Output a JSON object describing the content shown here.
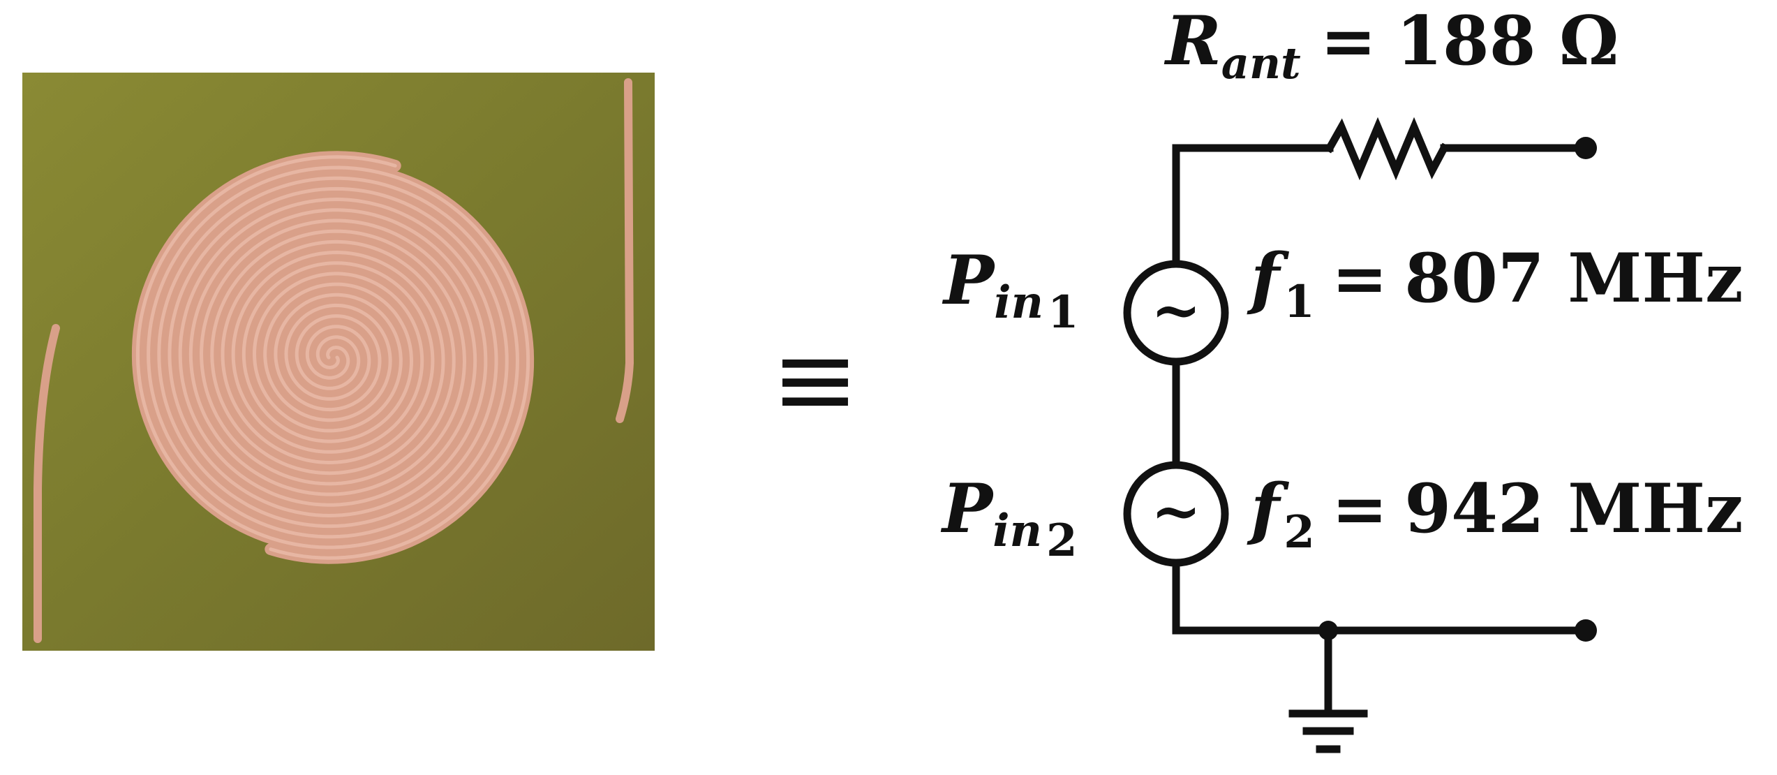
{
  "equivalence_symbol": "≡",
  "resistor": {
    "symbol_main": "R",
    "symbol_sub": "ant",
    "equals": "=",
    "value_text": "188 Ω"
  },
  "source_1": {
    "power_main": "P",
    "power_sub": "in",
    "power_index": "1",
    "freq_main": "f",
    "freq_index": "1",
    "equals": "=",
    "value_text": "807 MHz"
  },
  "source_2": {
    "power_main": "P",
    "power_sub": "in",
    "power_index": "2",
    "freq_main": "f",
    "freq_index": "2",
    "equals": "=",
    "value_text": "942 MHz"
  },
  "source_glyph": "~",
  "colors": {
    "substrate": "#7a7a2e",
    "substrate_edge": "#6a6a24",
    "copper": "#d9a089",
    "copper_highlight": "#f2c8b8",
    "ink": "#111111"
  }
}
